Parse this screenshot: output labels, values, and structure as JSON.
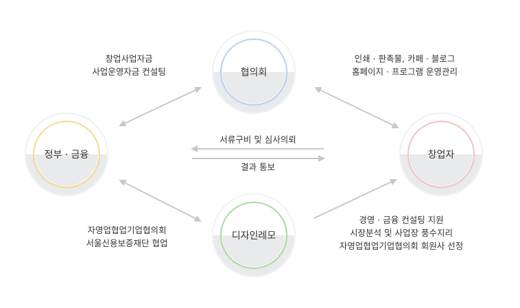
{
  "nodes": {
    "top": {
      "label": "협의회",
      "color": "#b9d0f0"
    },
    "left": {
      "label": "정부 · 금융",
      "color": "#f3db8c"
    },
    "right": {
      "label": "창업자",
      "color": "#f4c2c2"
    },
    "bottom": {
      "label": "디자인레모",
      "color": "#a8dba0"
    }
  },
  "labels": {
    "top_left": [
      "창업사업자금",
      "사업운영자금 컨설팅"
    ],
    "top_right": [
      "인쇄 · 판촉물, 카페 · 블로그",
      "홈페이지 · 프로그램 운영관리"
    ],
    "center_top": "서류구비 및 심사의뢰",
    "center_bottom": "결과 통보",
    "bottom_left": [
      "자영업협업기업협의회",
      "서울신용보증재단 협업"
    ],
    "bottom_right": [
      "경영 · 금융 컨설팅 지원",
      "시장분석 및 사업장 풍수지리",
      "자영업협업기업협의회 회원사 선정"
    ]
  },
  "arrow_color": "#c8c8c8"
}
